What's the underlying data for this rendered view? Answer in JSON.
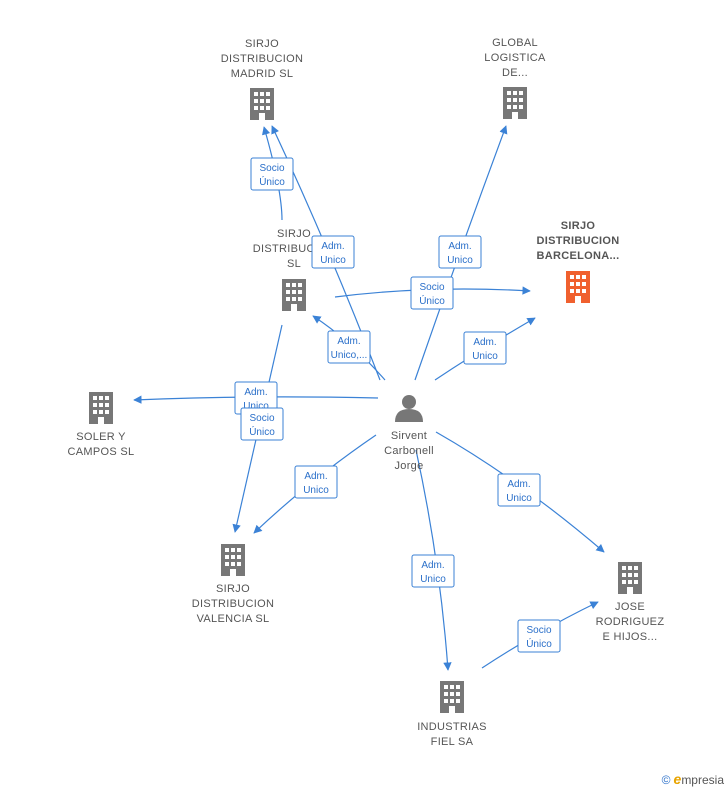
{
  "colors": {
    "edge": "#3b82d6",
    "building": "#777777",
    "building_focus": "#f0602e",
    "person": "#777777"
  },
  "person": {
    "name_lines": [
      "Sirvent",
      "Carbonell",
      "Jorge"
    ],
    "icon": "person-icon"
  },
  "companies": [
    {
      "id": "madrid",
      "lines": [
        "SIRJO",
        "DISTRIBUCION",
        "MADRID  SL"
      ],
      "icon": "building-icon",
      "focus": false
    },
    {
      "id": "global",
      "lines": [
        "GLOBAL",
        "LOGISTICA",
        "DE..."
      ],
      "icon": "building-icon",
      "focus": false
    },
    {
      "id": "barcelona",
      "lines": [
        "SIRJO",
        "DISTRIBUCION",
        "BARCELONA..."
      ],
      "icon": "building-icon",
      "focus": true
    },
    {
      "id": "sirjo",
      "lines": [
        "SIRJO",
        "DISTRIBUCION",
        "SL"
      ],
      "icon": "building-icon",
      "focus": false
    },
    {
      "id": "soler",
      "lines": [
        "SOLER Y",
        "CAMPOS  SL"
      ],
      "icon": "building-icon",
      "focus": false
    },
    {
      "id": "valencia",
      "lines": [
        "SIRJO",
        "DISTRIBUCION",
        "VALENCIA  SL"
      ],
      "icon": "building-icon",
      "focus": false
    },
    {
      "id": "jose",
      "lines": [
        "JOSE",
        "RODRIGUEZ",
        "E HIJOS..."
      ],
      "icon": "building-icon",
      "focus": false
    },
    {
      "id": "industrias",
      "lines": [
        "INDUSTRIAS",
        "FIEL SA"
      ],
      "icon": "building-icon",
      "focus": false
    }
  ],
  "edges": [
    {
      "from": "sirjo",
      "to": "madrid",
      "label": [
        "Socio",
        "Único"
      ]
    },
    {
      "from": "person",
      "to": "madrid",
      "label": [
        "Adm.",
        "Unico"
      ]
    },
    {
      "from": "person",
      "to": "global",
      "label": [
        "Adm.",
        "Unico"
      ]
    },
    {
      "from": "sirjo",
      "to": "barcelona",
      "label": [
        "Socio",
        "Único"
      ]
    },
    {
      "from": "person",
      "to": "barcelona",
      "label": [
        "Adm.",
        "Unico"
      ]
    },
    {
      "from": "person",
      "to": "sirjo",
      "label": [
        "Adm.",
        "Unico,..."
      ]
    },
    {
      "from": "person",
      "to": "soler",
      "label": [
        "Adm.",
        "Unico"
      ]
    },
    {
      "from": "sirjo",
      "to": "valencia",
      "label": [
        "Socio",
        "Único"
      ]
    },
    {
      "from": "person",
      "to": "valencia",
      "label": [
        "Adm.",
        "Unico"
      ]
    },
    {
      "from": "person",
      "to": "jose",
      "label": [
        "Adm.",
        "Unico"
      ]
    },
    {
      "from": "person",
      "to": "industrias",
      "label": [
        "Adm.",
        "Unico"
      ]
    },
    {
      "from": "industrias",
      "to": "jose",
      "label": [
        "Socio",
        "Único"
      ]
    }
  ],
  "watermark": {
    "copyright": "©",
    "brand_initial": "e",
    "brand_rest": "mpresia"
  }
}
